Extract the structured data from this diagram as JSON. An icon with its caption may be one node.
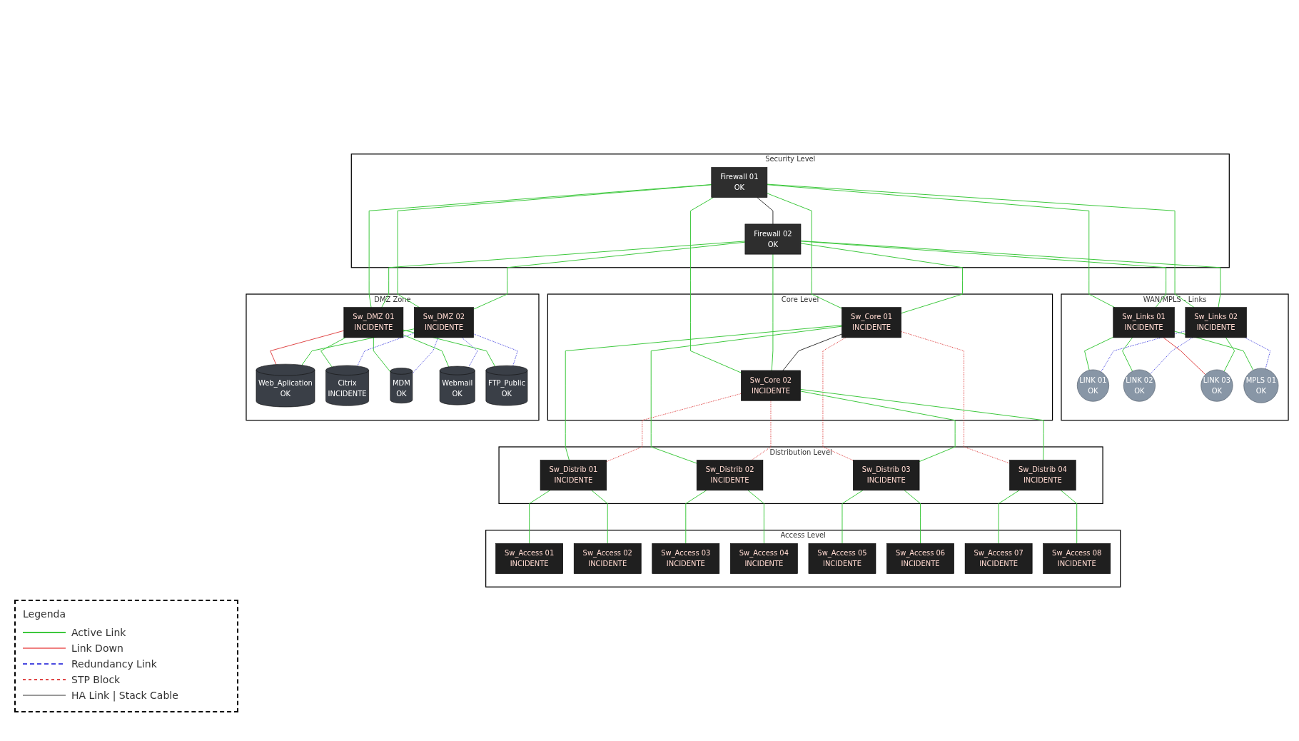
{
  "diagram": {
    "nodes": [
      {
        "text": [
          "Security Level"
        ]
      },
      {
        "text": [
          "Firewall 01",
          "OK"
        ],
        "in": 0
      },
      {
        "text": [
          "Firewall 02",
          "OK"
        ],
        "in": 0
      },
      {
        "text": [
          "WAN/MPLS - Links"
        ]
      },
      {
        "text": [
          "Sw_Links 01",
          "INCIDENTE"
        ],
        "in": 3
      },
      {
        "text": [
          "Sw_Links 02",
          "INCIDENTE"
        ],
        "in": 3
      },
      {
        "text": [
          "LINK 01",
          "OK"
        ],
        "in": 3
      },
      {
        "text": [
          "LINK 02",
          "OK"
        ],
        "in": 3
      },
      {
        "text": [
          "LINK 03",
          "OK"
        ],
        "in": 3
      },
      {
        "text": [
          "MPLS 01",
          "OK"
        ],
        "in": 3
      },
      {
        "text": [
          "Core Level"
        ]
      },
      {
        "text": [
          "Sw_Core 01",
          "INCIDENTE"
        ],
        "in": 10
      },
      {
        "text": [
          "Sw_Core 02",
          "INCIDENTE"
        ],
        "in": 10
      },
      {
        "text": [
          "Distribution Level"
        ]
      },
      {
        "text": [
          "Sw_Distrib 01",
          "INCIDENTE"
        ],
        "in": 13
      },
      {
        "text": [
          "Sw_Distrib 02",
          "INCIDENTE"
        ],
        "in": 13
      },
      {
        "text": [
          "Sw_Distrib 03",
          "INCIDENTE"
        ],
        "in": 13
      },
      {
        "text": [
          "Sw_Distrib 04",
          "INCIDENTE"
        ],
        "in": 13
      },
      {
        "text": [
          "DMZ Zone"
        ]
      },
      {
        "text": [
          "Sw_DMZ 01",
          "INCIDENTE"
        ],
        "in": 18
      },
      {
        "text": [
          "Sw_DMZ 02",
          "INCIDENTE"
        ],
        "in": 18
      },
      {
        "text": [
          "Web_Aplication",
          "OK"
        ],
        "in": 18
      },
      {
        "text": [
          "Citrix",
          "INCIDENTE"
        ],
        "in": 18
      },
      {
        "text": [
          "MDM",
          "OK"
        ],
        "in": 18
      },
      {
        "text": [
          "Webmail",
          "OK"
        ],
        "in": 18
      },
      {
        "text": [
          "FTP_Public",
          "OK"
        ],
        "in": 18
      },
      {
        "text": [
          "Access Level"
        ]
      },
      {
        "text": [
          "Sw_Access 01",
          "INCIDENTE"
        ],
        "in": 26
      },
      {
        "text": [
          "Sw_Access 02",
          "INCIDENTE"
        ],
        "in": 26
      },
      {
        "text": [
          "Sw_Access 03",
          "INCIDENTE"
        ],
        "in": 26
      },
      {
        "text": [
          "Sw_Access 04",
          "INCIDENTE"
        ],
        "in": 26
      },
      {
        "text": [
          "Sw_Access 05",
          "INCIDENTE"
        ],
        "in": 26
      },
      {
        "text": [
          "Sw_Access 06",
          "INCIDENTE"
        ],
        "in": 26
      },
      {
        "text": [
          "Sw_Access 07",
          "INCIDENTE"
        ],
        "in": 26
      },
      {
        "text": [
          "Sw_Access 08",
          "INCIDENTE"
        ],
        "in": 26
      }
    ],
    "edges": [
      {
        "from": 1,
        "to": 2,
        "arrow": "none",
        "color": "#333333"
      },
      {
        "from": 1,
        "to": 4,
        "arrow": "none"
      },
      {
        "from": 1,
        "to": 5,
        "arrow": "none"
      },
      {
        "from": 1,
        "to": 11,
        "arrow": "none"
      },
      {
        "from": 1,
        "to": 12,
        "arrow": "none"
      },
      {
        "from": 1,
        "to": 19,
        "arrow": "none"
      },
      {
        "from": 1,
        "to": 20,
        "arrow": "none"
      },
      {
        "from": 2,
        "to": 4,
        "arrow": "none"
      },
      {
        "from": 2,
        "to": 5,
        "arrow": "none"
      },
      {
        "from": 2,
        "to": 11,
        "arrow": "none"
      },
      {
        "from": 2,
        "to": 12,
        "arrow": "none"
      },
      {
        "from": 2,
        "to": 19,
        "arrow": "none"
      },
      {
        "from": 2,
        "to": 20,
        "arrow": "none"
      },
      {
        "from": 4,
        "to": 6,
        "arrow": "none"
      },
      {
        "from": 4,
        "to": 7,
        "arrow": "none"
      },
      {
        "from": 4,
        "to": 8,
        "arrow": "none",
        "color": "#e04848"
      },
      {
        "from": 4,
        "to": 9,
        "arrow": "none"
      },
      {
        "from": 5,
        "to": 6,
        "arrow": "none",
        "style": "dashed",
        "color": "#4a4ae0"
      },
      {
        "from": 5,
        "to": 7,
        "arrow": "none",
        "style": "dashed",
        "color": "#4a4ae0"
      },
      {
        "from": 5,
        "to": 8,
        "arrow": "none"
      },
      {
        "from": 5,
        "to": 9,
        "arrow": "none",
        "style": "dashed",
        "color": "#4a4ae0"
      },
      {
        "from": 11,
        "to": 12,
        "arrow": "none",
        "color": "#333333"
      },
      {
        "from": 11,
        "to": 14,
        "arrow": "none"
      },
      {
        "from": 11,
        "to": 15,
        "arrow": "none"
      },
      {
        "from": 11,
        "to": 16,
        "arrow": "none",
        "style": "dashed",
        "color": "#e04848"
      },
      {
        "from": 11,
        "to": 17,
        "arrow": "none",
        "style": "dashed",
        "color": "#e04848"
      },
      {
        "from": 12,
        "to": 14,
        "arrow": "none",
        "style": "dashed",
        "color": "#e04848"
      },
      {
        "from": 12,
        "to": 15,
        "arrow": "none",
        "style": "dashed",
        "color": "#e04848"
      },
      {
        "from": 12,
        "to": 16,
        "arrow": "none"
      },
      {
        "from": 12,
        "to": 17,
        "arrow": "none"
      },
      {
        "from": 19,
        "to": 21,
        "arrow": "none",
        "color": "#e04848"
      },
      {
        "from": 19,
        "to": 22,
        "arrow": "none"
      },
      {
        "from": 19,
        "to": 23,
        "arrow": "none"
      },
      {
        "from": 19,
        "to": 24,
        "arrow": "none"
      },
      {
        "from": 19,
        "to": 25,
        "arrow": "none"
      },
      {
        "from": 20,
        "to": 21,
        "arrow": "none"
      },
      {
        "from": 20,
        "to": 22,
        "arrow": "none",
        "style": "dashed",
        "color": "#4a4ae0"
      },
      {
        "from": 20,
        "to": 23,
        "arrow": "none",
        "style": "dashed",
        "color": "#4a4ae0"
      },
      {
        "from": 20,
        "to": 24,
        "arrow": "none",
        "style": "dashed",
        "color": "#4a4ae0"
      },
      {
        "from": 20,
        "to": 25,
        "arrow": "none",
        "style": "dashed",
        "color": "#4a4ae0"
      },
      {
        "from": 14,
        "to": 27,
        "arrow": "none"
      },
      {
        "from": 14,
        "to": 28,
        "arrow": "none"
      },
      {
        "from": 15,
        "to": 29,
        "arrow": "none"
      },
      {
        "from": 15,
        "to": 30,
        "arrow": "none"
      },
      {
        "from": 16,
        "to": 31,
        "arrow": "none"
      },
      {
        "from": 16,
        "to": 32,
        "arrow": "none"
      },
      {
        "from": 17,
        "to": 33,
        "arrow": "none"
      },
      {
        "from": 17,
        "to": 34,
        "arrow": "none"
      }
    ],
    "labels": [
      "Legenda"
    ],
    "legend": [
      {
        "text": "Active Link"
      },
      {
        "text": "Link Down"
      },
      {
        "text": "Redundancy Link"
      },
      {
        "text": "STP Block"
      },
      {
        "text": "HA Link | Stack Cable"
      }
    ]
  }
}
